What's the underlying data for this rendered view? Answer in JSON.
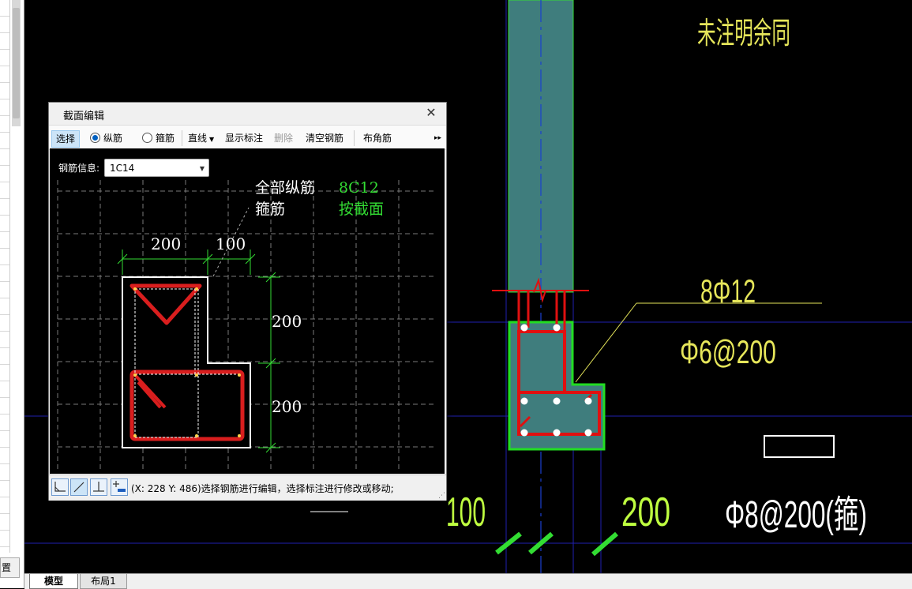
{
  "sidebar": {
    "bottom_label": "置"
  },
  "tabs": {
    "model": "模型",
    "layout1": "布局1"
  },
  "dialog": {
    "title": "截面编辑",
    "toolbar": {
      "select": "选择",
      "longitudinal": "纵筋",
      "stirrup": "箍筋",
      "line": "直线",
      "show_annotation": "显示标注",
      "delete": "删除",
      "clear_rebar": "清空钢筋",
      "corner_rebar": "布角筋"
    },
    "rebar_info_label": "钢筋信息:",
    "rebar_info_value": "1C14",
    "section": {
      "label_all_long": "全部纵筋",
      "label_stirrup": "箍筋",
      "value_all_long": "8C12",
      "value_stirrup": "按截面",
      "dim_top_1": "200",
      "dim_top_2": "100",
      "dim_right_1": "200",
      "dim_right_2": "200"
    },
    "status": "(X: 228 Y: 486)选择钢筋进行编辑，选择标注进行修改或移动;"
  },
  "cad": {
    "note_text": "未注明余同",
    "rebar_long": "8Φ12",
    "rebar_stirrup": "Φ6@200",
    "rebar_stirrup2": "Φ8@200(箍)",
    "dim_left": "100",
    "dim_right": "200"
  },
  "colors": {
    "cad_yellow": "#e6e65a",
    "cad_green": "#22cc22",
    "rebar_red": "#d91e1e",
    "column_fill": "#3f7d7d"
  }
}
